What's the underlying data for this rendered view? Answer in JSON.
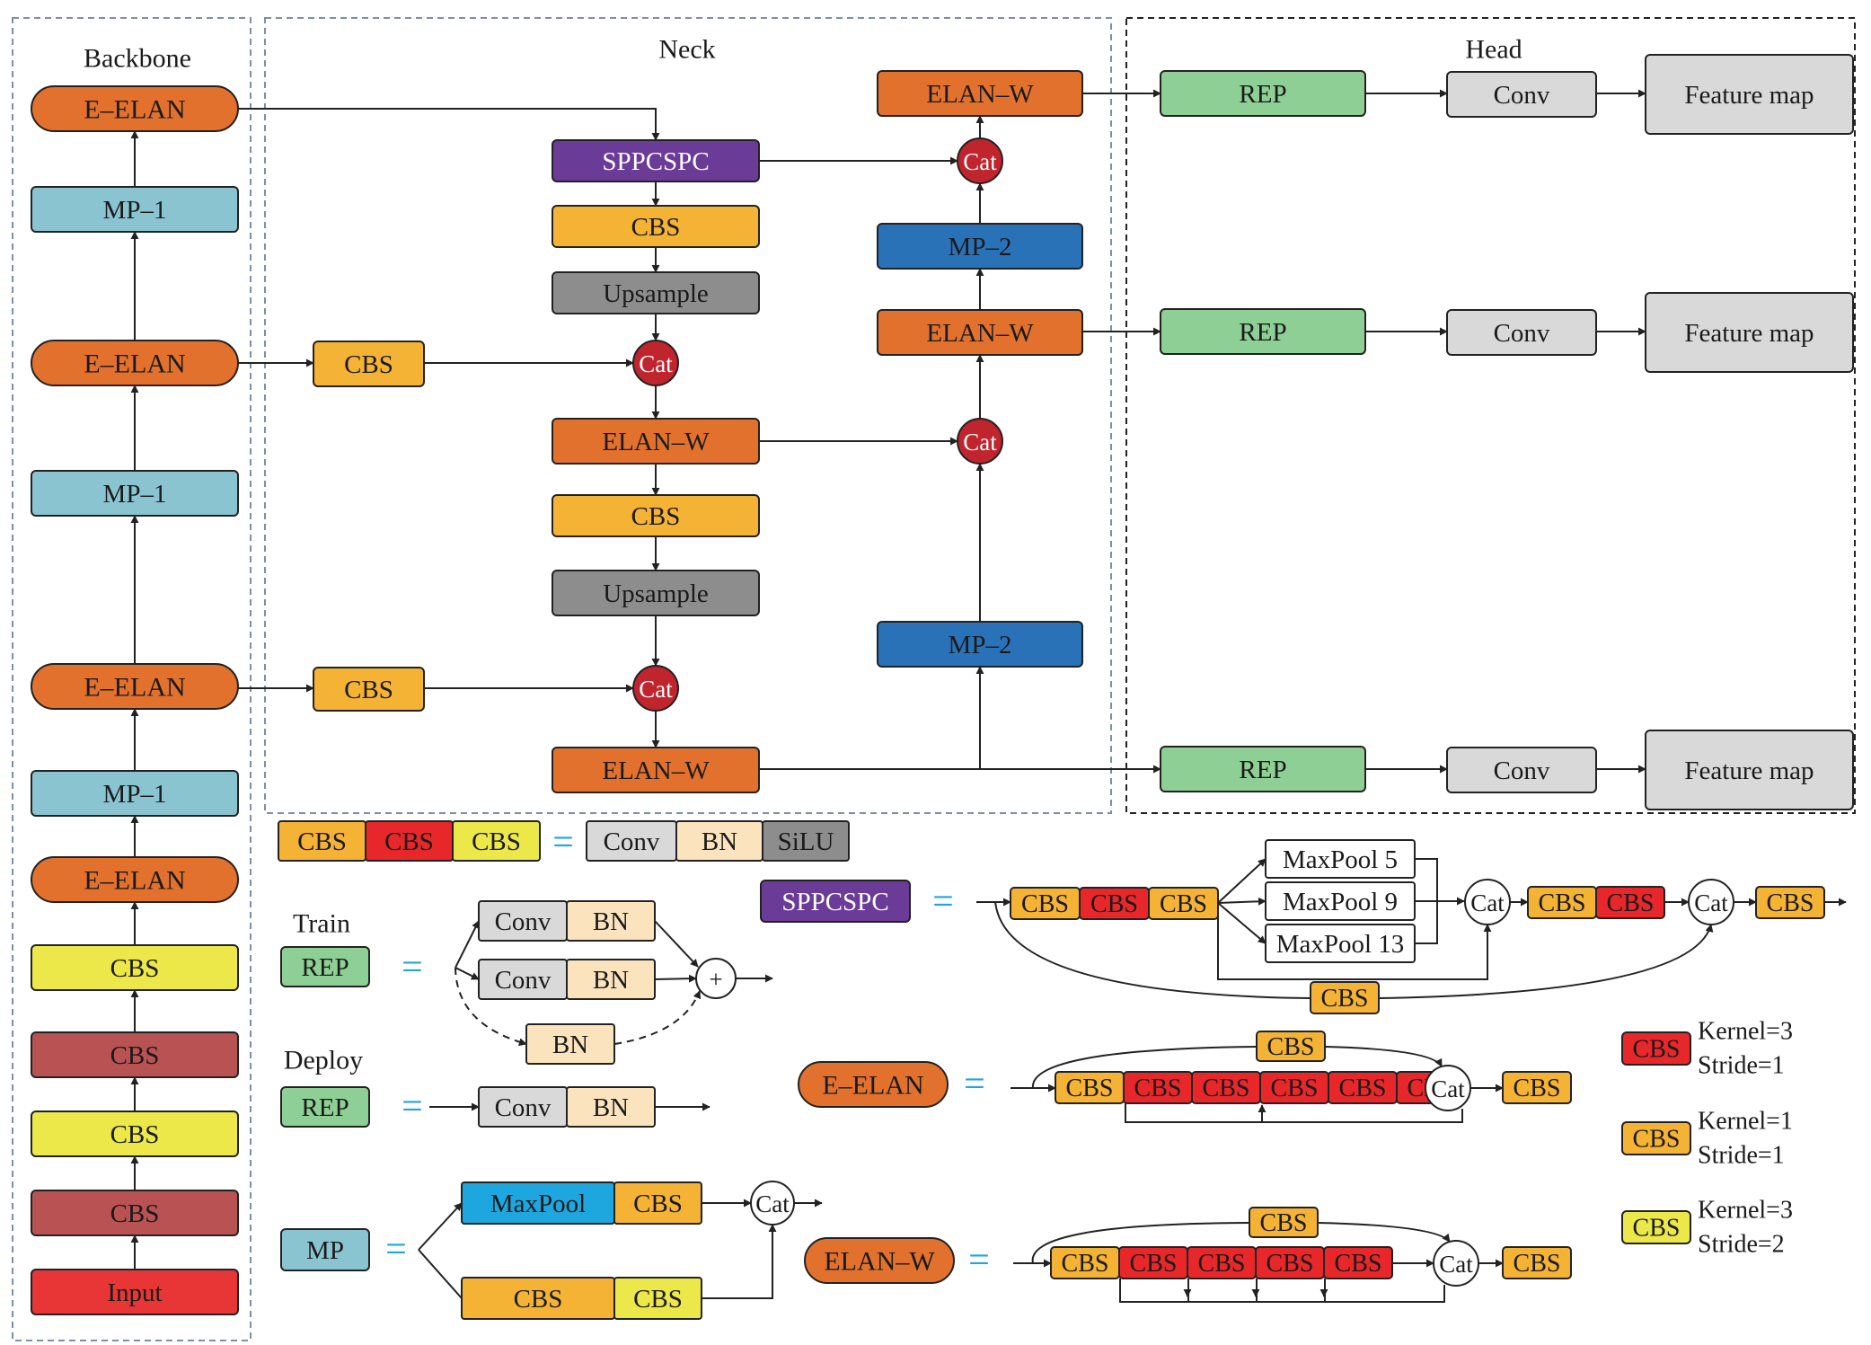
{
  "sections": {
    "backbone": "Backbone",
    "neck": "Neck",
    "head": "Head"
  },
  "labels": {
    "e_elan": "E–ELAN",
    "mp1": "MP–1",
    "mp2": "MP–2",
    "cbs": "CBS",
    "input": "Input",
    "sppcspc": "SPPCSPC",
    "upsample": "Upsample",
    "elan_w": "ELAN–W",
    "cat": "Cat",
    "rep": "REP",
    "conv": "Conv",
    "bn": "BN",
    "silu": "SiLU",
    "feature_map": "Feature map",
    "maxpool": "MaxPool",
    "maxpool5": "MaxPool 5",
    "maxpool9": "MaxPool 9",
    "maxpool13": "MaxPool 13",
    "mp": "MP",
    "train": "Train",
    "deploy": "Deploy",
    "equals": "=",
    "plus": "+"
  },
  "legend": [
    {
      "color": "#e8272b",
      "kernel": "Kernel=3",
      "stride": "Stride=1"
    },
    {
      "color": "#f5b335",
      "kernel": "Kernel=1",
      "stride": "Stride=1"
    },
    {
      "color": "#ece84a",
      "kernel": "Kernel=3",
      "stride": "Stride=2"
    }
  ],
  "colors": {
    "orange": "#e2712e",
    "lightblue": "#8ac4d0",
    "yellow": "#ece84a",
    "darkred": "#b95353",
    "red": "#e8272b",
    "cbsorange": "#f5b335",
    "purple": "#6b3b98",
    "gray": "#8d8d8d",
    "lightgray": "#d9d9d9",
    "blue": "#2a72b8",
    "green": "#8ecf95",
    "catred": "#c0242d",
    "beige": "#fbe4bd",
    "cyan": "#1ea6de",
    "equals": "#1ea6de"
  }
}
